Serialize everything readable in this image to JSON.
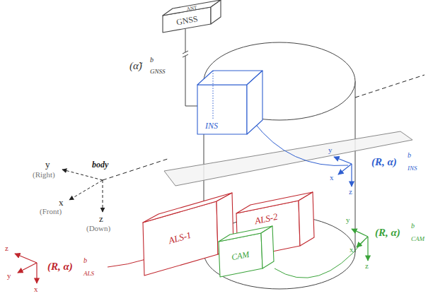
{
  "diagram": {
    "nodes": [
      {
        "text": [
          "ANT",
          "GNSS"
        ]
      },
      {
        "text": [
          "INS"
        ]
      },
      {
        "text": [
          "ALS-1"
        ]
      },
      {
        "text": [
          "ALS-2"
        ]
      },
      {
        "text": [
          "CAM"
        ]
      }
    ],
    "labels": [
      "(α̃)",
      "b",
      "GNSS",
      "body",
      "y",
      "(Right)",
      "x",
      "(Front)",
      "z",
      "(Down)",
      "y",
      "x",
      "z",
      "(R, α)",
      "b",
      "INS",
      "y",
      "x",
      "z",
      "(R, α)",
      "b",
      "CAM",
      "z",
      "y",
      "x",
      "(R, α)",
      "b",
      "ALS"
    ]
  }
}
